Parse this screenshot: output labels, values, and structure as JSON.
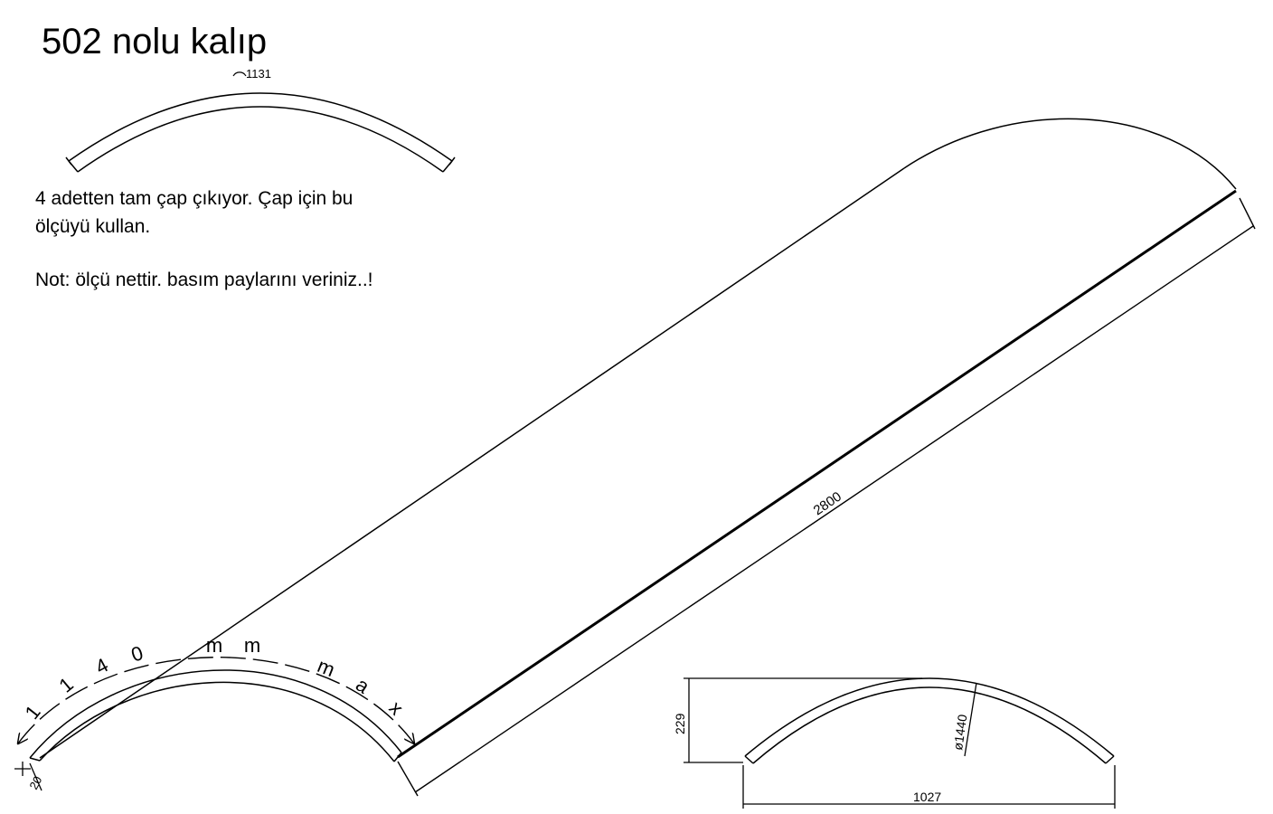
{
  "title": "502 nolu kalıp",
  "notes": {
    "line1": "4 adetten tam çap çıkıyor. Çap için bu",
    "line2": "ölçüyü kullan.",
    "line3": "Not: ölçü  nettir. basım paylarını veriniz..!"
  },
  "dimensions": {
    "arc_length": "1131",
    "length": "2800",
    "thickness": "20",
    "arc_max_chars": [
      "1",
      "1",
      "4",
      "0",
      "m",
      "m",
      "m",
      "a",
      "x"
    ],
    "height": "229",
    "diameter": "ø1440",
    "width": "1027"
  }
}
